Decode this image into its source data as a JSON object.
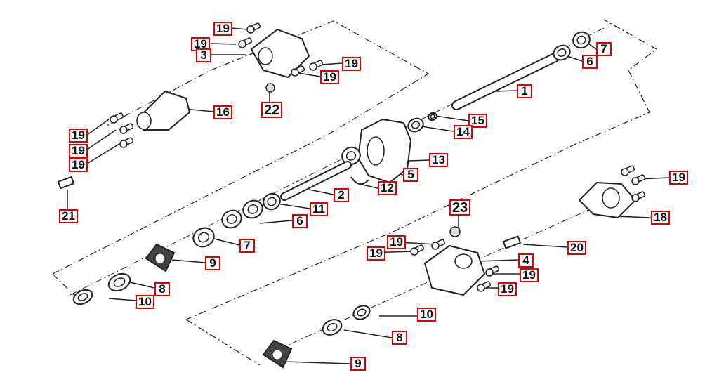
{
  "diagram": {
    "title": "Exploded parts diagram - drive shaft assembly",
    "callouts": [
      "19",
      "19",
      "3",
      "19",
      "19",
      "22",
      "16",
      "7",
      "6",
      "1",
      "15",
      "14",
      "13",
      "5",
      "12",
      "2",
      "11",
      "6",
      "7",
      "9",
      "8",
      "10",
      "19",
      "19",
      "19",
      "21",
      "23",
      "19",
      "19",
      "20",
      "4",
      "19",
      "19",
      "10",
      "8",
      "9",
      "19",
      "18"
    ],
    "line_color": "#222222",
    "callout_border_color": "#e00000"
  }
}
